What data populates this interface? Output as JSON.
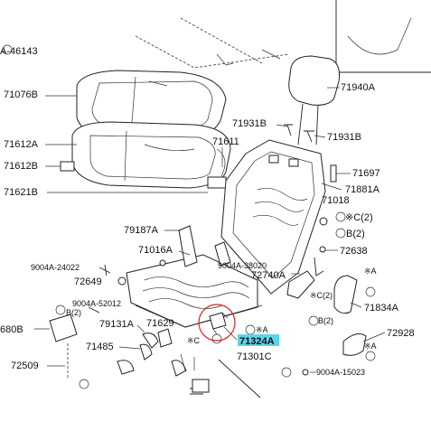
{
  "diagram": {
    "highlight_color": "#5fd3e8",
    "circle_color": "#e02020",
    "labels": {
      "p_a46143": "A-46143",
      "p_71076": "71076B",
      "p_71612a": "71612A",
      "p_71612b": "71612B",
      "p_71621b": "71621B",
      "p_71611": "71611",
      "p_71940a": "71940A",
      "p_71931b_l": "71931B",
      "p_71931b_r": "71931B",
      "p_71697": "71697",
      "p_71881a": "71881A",
      "p_71018": "71018",
      "p_79187a": "79187A",
      "p_71016a": "71016A",
      "p_9004a24022": "9004A-24022",
      "p_9004a38020": "9004A-38020",
      "p_72649": "72649",
      "p_9004a52012": "9004A-52012",
      "p_72740a": "72740A",
      "p_72638": "72638",
      "p_c2_1": "※C(2)",
      "p_b2_1": "B(2)",
      "p_c2_2": "※C(2)",
      "p_b2_2": "B(2)",
      "p_a_1": "※A",
      "p_a_2": "※A",
      "p_a_3": "※A",
      "p_71834a": "71834A",
      "p_72928": "72928",
      "p_680b": "680B",
      "p_79131a": "79131A",
      "p_71629": "71629",
      "p_71485": "71485",
      "p_71324a": "71324A",
      "p_c_small": "※C",
      "p_71301c": "71301C",
      "p_72509": "72509",
      "p_9004a15023": "9004A-15023",
      "p_b2_3": "B(2)"
    }
  }
}
